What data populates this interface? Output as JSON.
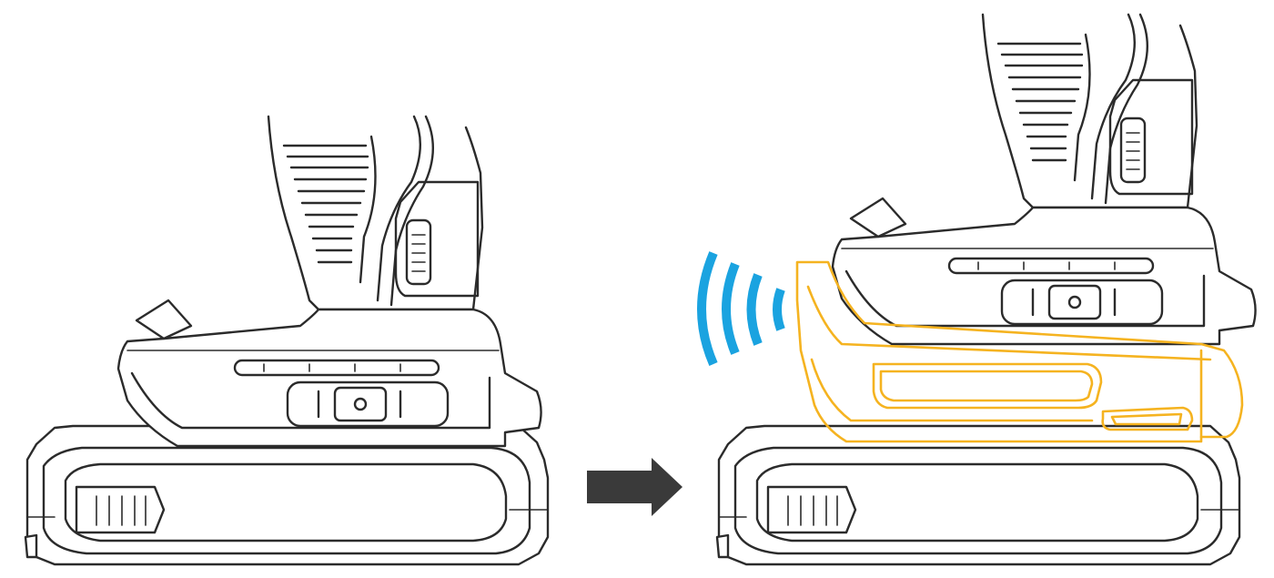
{
  "figure": {
    "panels": [
      {
        "id": "before",
        "subject": "cordless-drill-with-battery"
      },
      {
        "id": "after",
        "subject": "cordless-drill-with-adapter-and-battery"
      }
    ],
    "arrow_direction": "right",
    "icons": [
      "drill-icon",
      "battery-icon",
      "adapter-icon",
      "wireless-signal-icon",
      "arrow-right-icon"
    ]
  },
  "colors": {
    "outline": "#2b2b2b",
    "adapter_highlight": "#f5b320",
    "wireless_signal": "#1aa3e0",
    "arrow": "#3a3a3a",
    "background": "#ffffff"
  }
}
